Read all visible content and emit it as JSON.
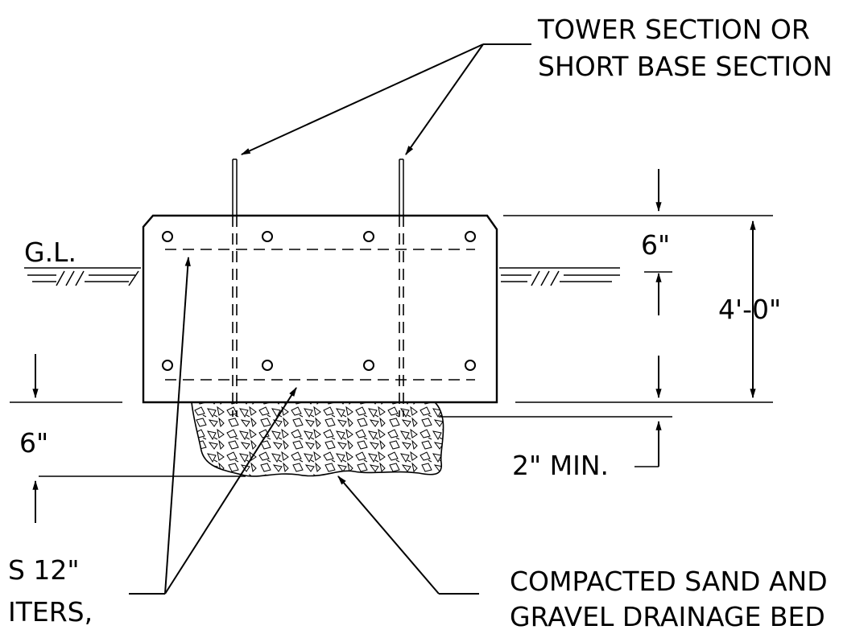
{
  "labels": {
    "tower_section_line1": "TOWER SECTION OR",
    "tower_section_line2": "SHORT BASE SECTION",
    "ground_level": "G.L.",
    "top_edge_dim": "6\"",
    "total_depth_dim": "4'-0\"",
    "bottom_bed_dim": "6\"",
    "min_clearance_dim": "2\" MIN.",
    "rebar_note_line1": "S 12\"",
    "rebar_note_line2": "ITERS,",
    "drainage_line1": "COMPACTED SAND AND",
    "drainage_line2": "GRAVEL DRAINAGE BED"
  },
  "colors": {
    "line": "#000000",
    "background": "#ffffff"
  }
}
